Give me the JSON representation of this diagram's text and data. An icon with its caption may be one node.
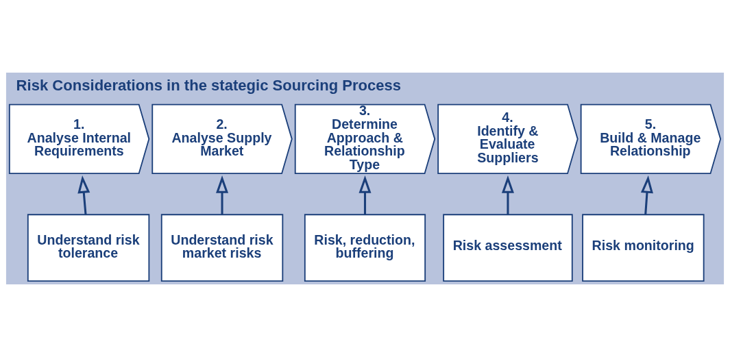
{
  "diagram": {
    "title": "Risk Considerations in the stategic Sourcing Process",
    "nodes": [
      {
        "text": [
          "1.",
          "Analyse Internal Requirements"
        ]
      },
      {
        "text": [
          "2.",
          "Analyse Supply Market"
        ]
      },
      {
        "text": [
          "3.",
          "Determine Approach & Relationship Type"
        ]
      },
      {
        "text": [
          "4.",
          "Identify & Evaluate Suppliers"
        ]
      },
      {
        "text": [
          "5.",
          "Build & Manage Relationship"
        ]
      },
      {
        "text": [
          "Understand risk tolerance"
        ]
      },
      {
        "text": [
          "Understand risk market risks"
        ]
      },
      {
        "text": [
          "Risk, reduction, buffering"
        ]
      },
      {
        "text": [
          "Risk assessment"
        ]
      },
      {
        "text": [
          "Risk monitoring"
        ]
      }
    ],
    "edges": [
      {
        "from": 5,
        "to": 0,
        "arrow": "to"
      },
      {
        "from": 6,
        "to": 1,
        "arrow": "to"
      },
      {
        "from": 7,
        "to": 2,
        "arrow": "to"
      },
      {
        "from": 8,
        "to": 3,
        "arrow": "to"
      },
      {
        "from": 9,
        "to": 4,
        "arrow": "to"
      }
    ]
  }
}
